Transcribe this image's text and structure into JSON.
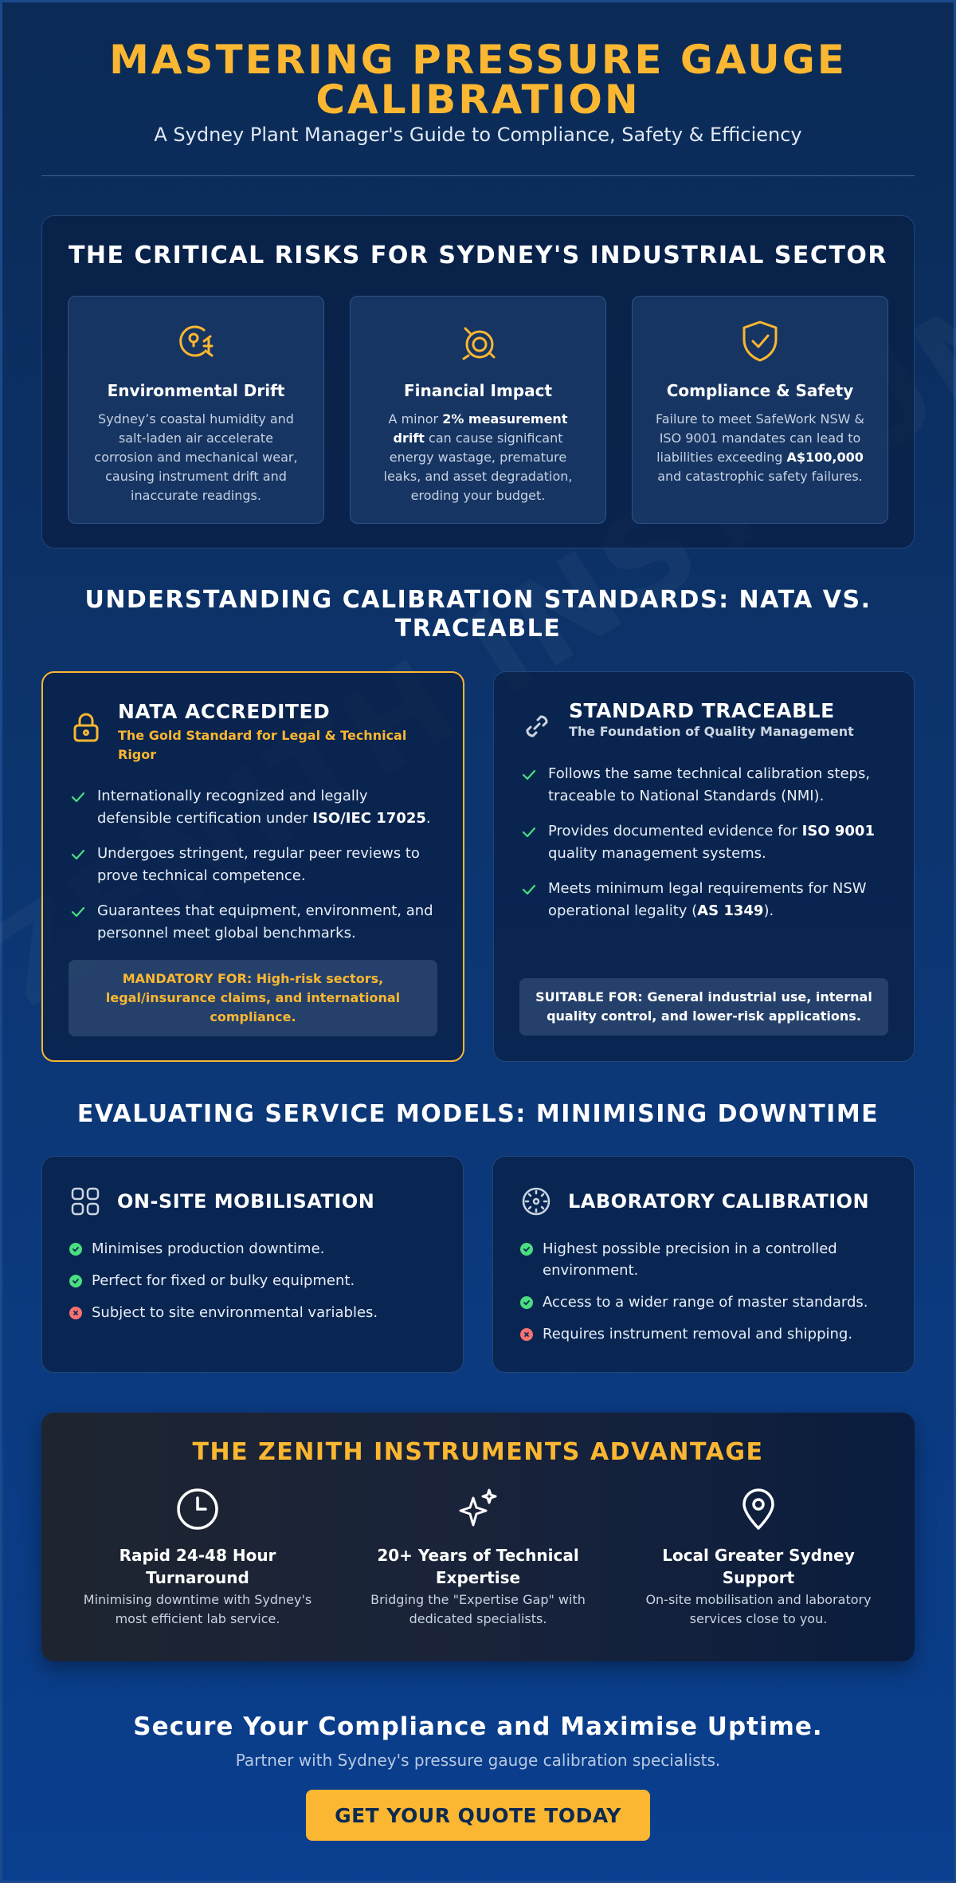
{
  "colors": {
    "accent": "#fbb731",
    "check_green": "#4ade80",
    "cross_red": "#f87171"
  },
  "watermark": "ZENITH INSTRUMENTS.COM",
  "hero": {
    "title": "MASTERING PRESSURE GAUGE CALIBRATION",
    "subtitle": "A Sydney Plant Manager's Guide to Compliance, Safety & Efficiency"
  },
  "risks": {
    "heading": "THE CRITICAL RISKS FOR SYDNEY'S INDUSTRIAL SECTOR",
    "cards": [
      {
        "icon": "gauge-drift-icon",
        "title": "Environmental Drift",
        "text": "Sydney’s coastal humidity and salt-laden air accelerate corrosion and mechanical wear, causing instrument drift and inaccurate readings."
      },
      {
        "icon": "target-gauge-icon",
        "title": "Financial Impact",
        "text_a": "A minor ",
        "text_b": "2% measurement drift",
        "text_c": " can cause significant energy wastage, premature leaks, and asset degradation, eroding your budget."
      },
      {
        "icon": "shield-check-icon",
        "title": "Compliance & Safety",
        "text_a": "Failure to meet SafeWork NSW & ISO 9001 mandates can lead to liabilities exceeding ",
        "text_b": "A$100,000",
        "text_c": " and catastrophic safety failures."
      }
    ]
  },
  "standards": {
    "heading": "UNDERSTANDING CALIBRATION STANDARDS: NATA VS. TRACEABLE",
    "nata": {
      "icon": "lock-icon",
      "title": "NATA ACCREDITED",
      "tagline": "The Gold Standard for Legal & Technical Rigor",
      "items": [
        {
          "a": "Internationally recognized and legally defensible certification under ",
          "b": "ISO/IEC 17025",
          "c": "."
        },
        {
          "a": "Undergoes stringent, regular peer reviews to prove technical competence."
        },
        {
          "a": "Guarantees that equipment, environment, and personnel meet global benchmarks."
        }
      ],
      "note": "MANDATORY FOR: High-risk sectors, legal/insurance claims, and international compliance."
    },
    "traceable": {
      "icon": "chain-link-icon",
      "title": "STANDARD TRACEABLE",
      "tagline": "The Foundation of Quality Management",
      "items": [
        {
          "a": "Follows the same technical calibration steps, traceable to National Standards (NMI)."
        },
        {
          "a": "Provides documented evidence for ",
          "b": "ISO 9001",
          "c": " quality management systems."
        },
        {
          "a": "Meets minimum legal requirements for NSW operational legality (",
          "b": "AS 1349",
          "c": ")."
        }
      ],
      "note": "SUITABLE FOR: General industrial use, internal quality control, and lower-risk applications."
    }
  },
  "services": {
    "heading": "EVALUATING SERVICE MODELS: MINIMISING DOWNTIME",
    "onsite": {
      "icon": "grid-apps-icon",
      "title": "ON-SITE MOBILISATION",
      "items": [
        {
          "type": "pro",
          "text": "Minimises production downtime."
        },
        {
          "type": "pro",
          "text": "Perfect for fixed or bulky equipment."
        },
        {
          "type": "con",
          "text": "Subject to site environmental variables."
        }
      ]
    },
    "lab": {
      "icon": "dial-gauge-icon",
      "title": "LABORATORY CALIBRATION",
      "items": [
        {
          "type": "pro",
          "text": "Highest possible precision in a controlled environment."
        },
        {
          "type": "pro",
          "text": "Access to a wider range of master standards."
        },
        {
          "type": "con",
          "text": "Requires instrument removal and shipping."
        }
      ]
    }
  },
  "advantage": {
    "heading": "THE ZENITH INSTRUMENTS ADVANTAGE",
    "items": [
      {
        "icon": "clock-icon",
        "title": "Rapid 24-48 Hour Turnaround",
        "text": "Minimising downtime with Sydney's most efficient lab service."
      },
      {
        "icon": "sparkle-icon",
        "title": "20+ Years of Technical Expertise",
        "text": "Bridging the \"Expertise Gap\" with dedicated specialists."
      },
      {
        "icon": "location-pin-icon",
        "title": "Local Greater Sydney Support",
        "text": "On-site mobilisation and laboratory services close to you."
      }
    ]
  },
  "cta": {
    "heading": "Secure Your Compliance and Maximise Uptime.",
    "subtitle": "Partner with Sydney's pressure gauge calibration specialists.",
    "button": "GET YOUR QUOTE TODAY"
  }
}
